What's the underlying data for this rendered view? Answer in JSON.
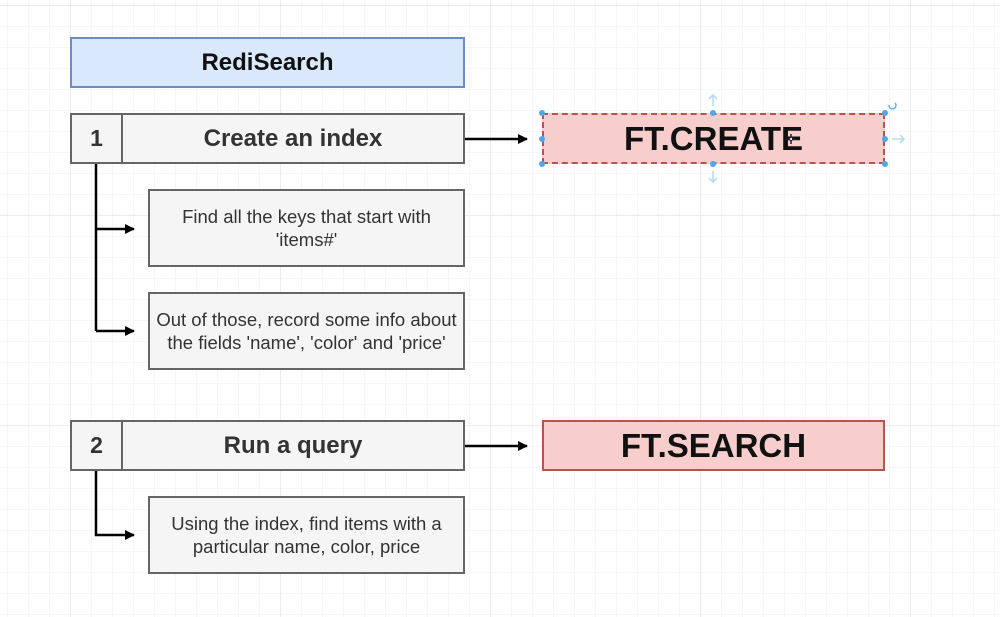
{
  "diagram": {
    "title": "RediSearch",
    "steps": [
      {
        "number": "1",
        "label": "Create an index",
        "command": "FT.CREATE",
        "details": [
          "Find all the keys that start with 'items#'",
          "Out of those, record some info about the fields 'name', 'color' and 'price'"
        ]
      },
      {
        "number": "2",
        "label": "Run a query",
        "command": "FT.SEARCH",
        "details": [
          "Using the index, find items with a particular name, color, price"
        ]
      }
    ]
  },
  "colors": {
    "title_fill": "#dae8fc",
    "title_stroke": "#6c8ebf",
    "step_fill": "#f5f5f5",
    "step_stroke": "#666666",
    "command_fill": "#f8cecc",
    "command_stroke": "#b85450",
    "selection_handle": "#4ea8ef"
  }
}
